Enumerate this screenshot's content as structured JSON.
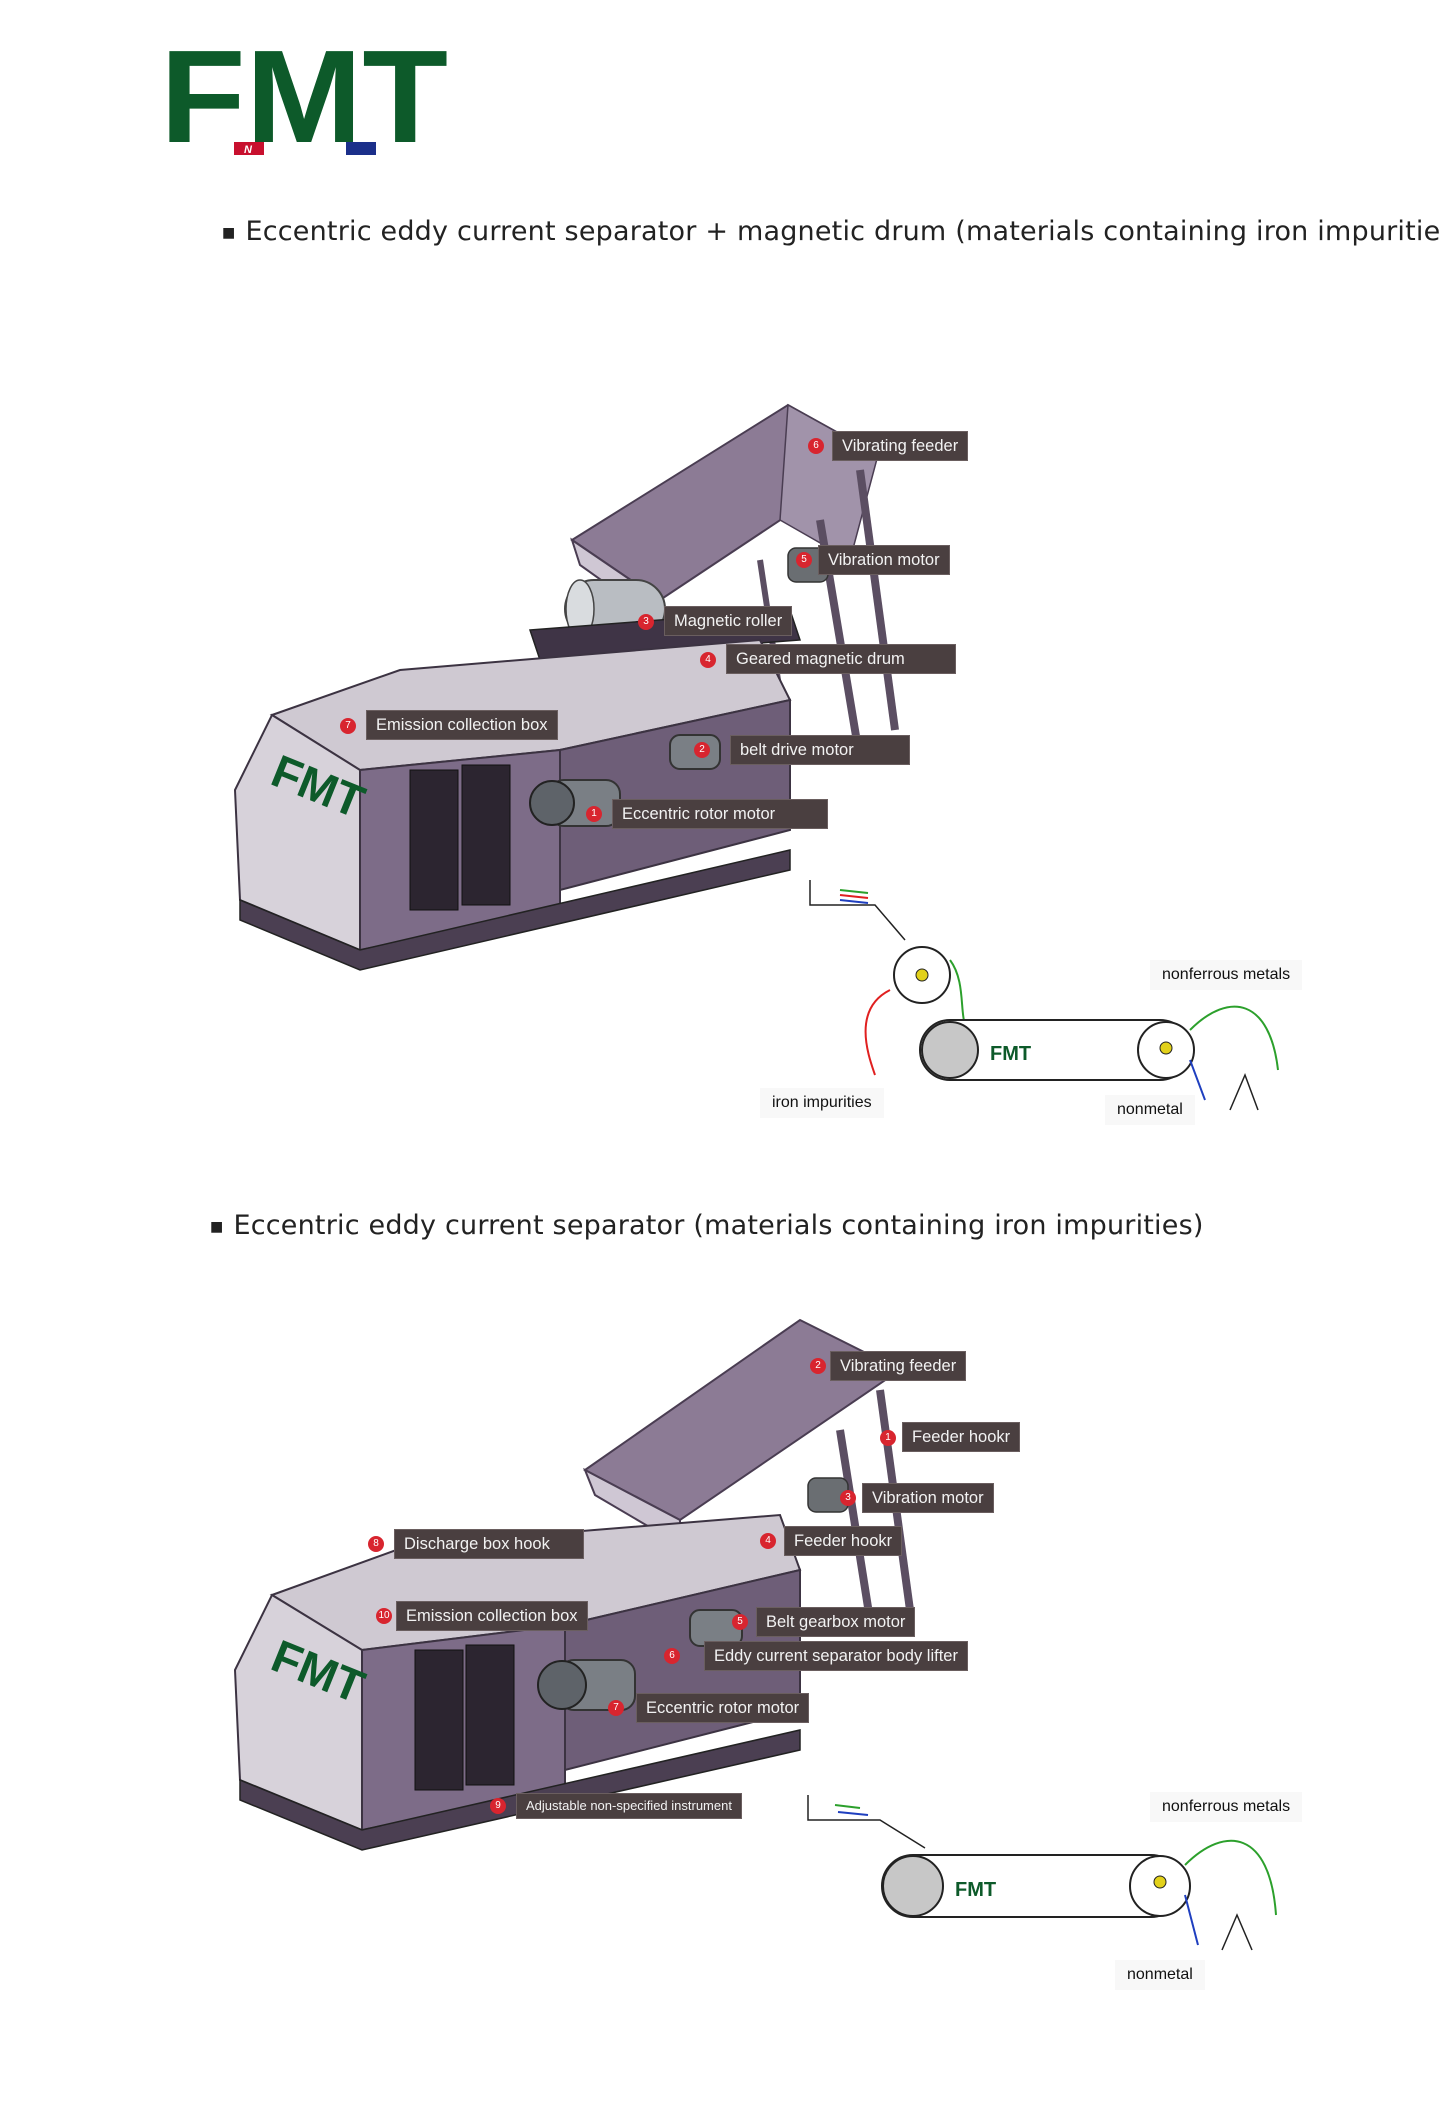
{
  "brand": {
    "logo_text": "FMT",
    "logo_badge": "N",
    "green": "#0d5a2a",
    "red": "#c8102e",
    "blue": "#1b2f8a"
  },
  "section1": {
    "heading": "Eccentric eddy current separator + magnetic drum (materials containing iron impurities)",
    "callouts": [
      {
        "num": "6",
        "label": "Vibrating feeder"
      },
      {
        "num": "5",
        "label": "Vibration motor"
      },
      {
        "num": "3",
        "label": "Magnetic roller"
      },
      {
        "num": "4",
        "label": "Geared magnetic drum"
      },
      {
        "num": "7",
        "label": "Emission collection box"
      },
      {
        "num": "2",
        "label": "belt drive motor"
      },
      {
        "num": "1",
        "label": "Eccentric rotor motor"
      }
    ],
    "flow": {
      "nonferrous": "nonferrous metals",
      "iron": "iron impurities",
      "nonmetal": "nonmetal"
    }
  },
  "section2": {
    "heading": "Eccentric eddy current separator (materials containing iron impurities)",
    "callouts": [
      {
        "num": "2",
        "label": "Vibrating feeder"
      },
      {
        "num": "1",
        "label": "Feeder hookr"
      },
      {
        "num": "3",
        "label": "Vibration motor"
      },
      {
        "num": "8",
        "label": "Discharge box hook"
      },
      {
        "num": "4",
        "label": "Feeder hookr"
      },
      {
        "num": "10",
        "label": "Emission collection box"
      },
      {
        "num": "5",
        "label": "Belt gearbox motor"
      },
      {
        "num": "6",
        "label": "Eddy current separator body lifter"
      },
      {
        "num": "7",
        "label": "Eccentric rotor motor"
      },
      {
        "num": "9",
        "label": "Adjustable non-specified instrument"
      }
    ],
    "flow": {
      "nonferrous": "nonferrous metals",
      "nonmetal": "nonmetal"
    }
  }
}
